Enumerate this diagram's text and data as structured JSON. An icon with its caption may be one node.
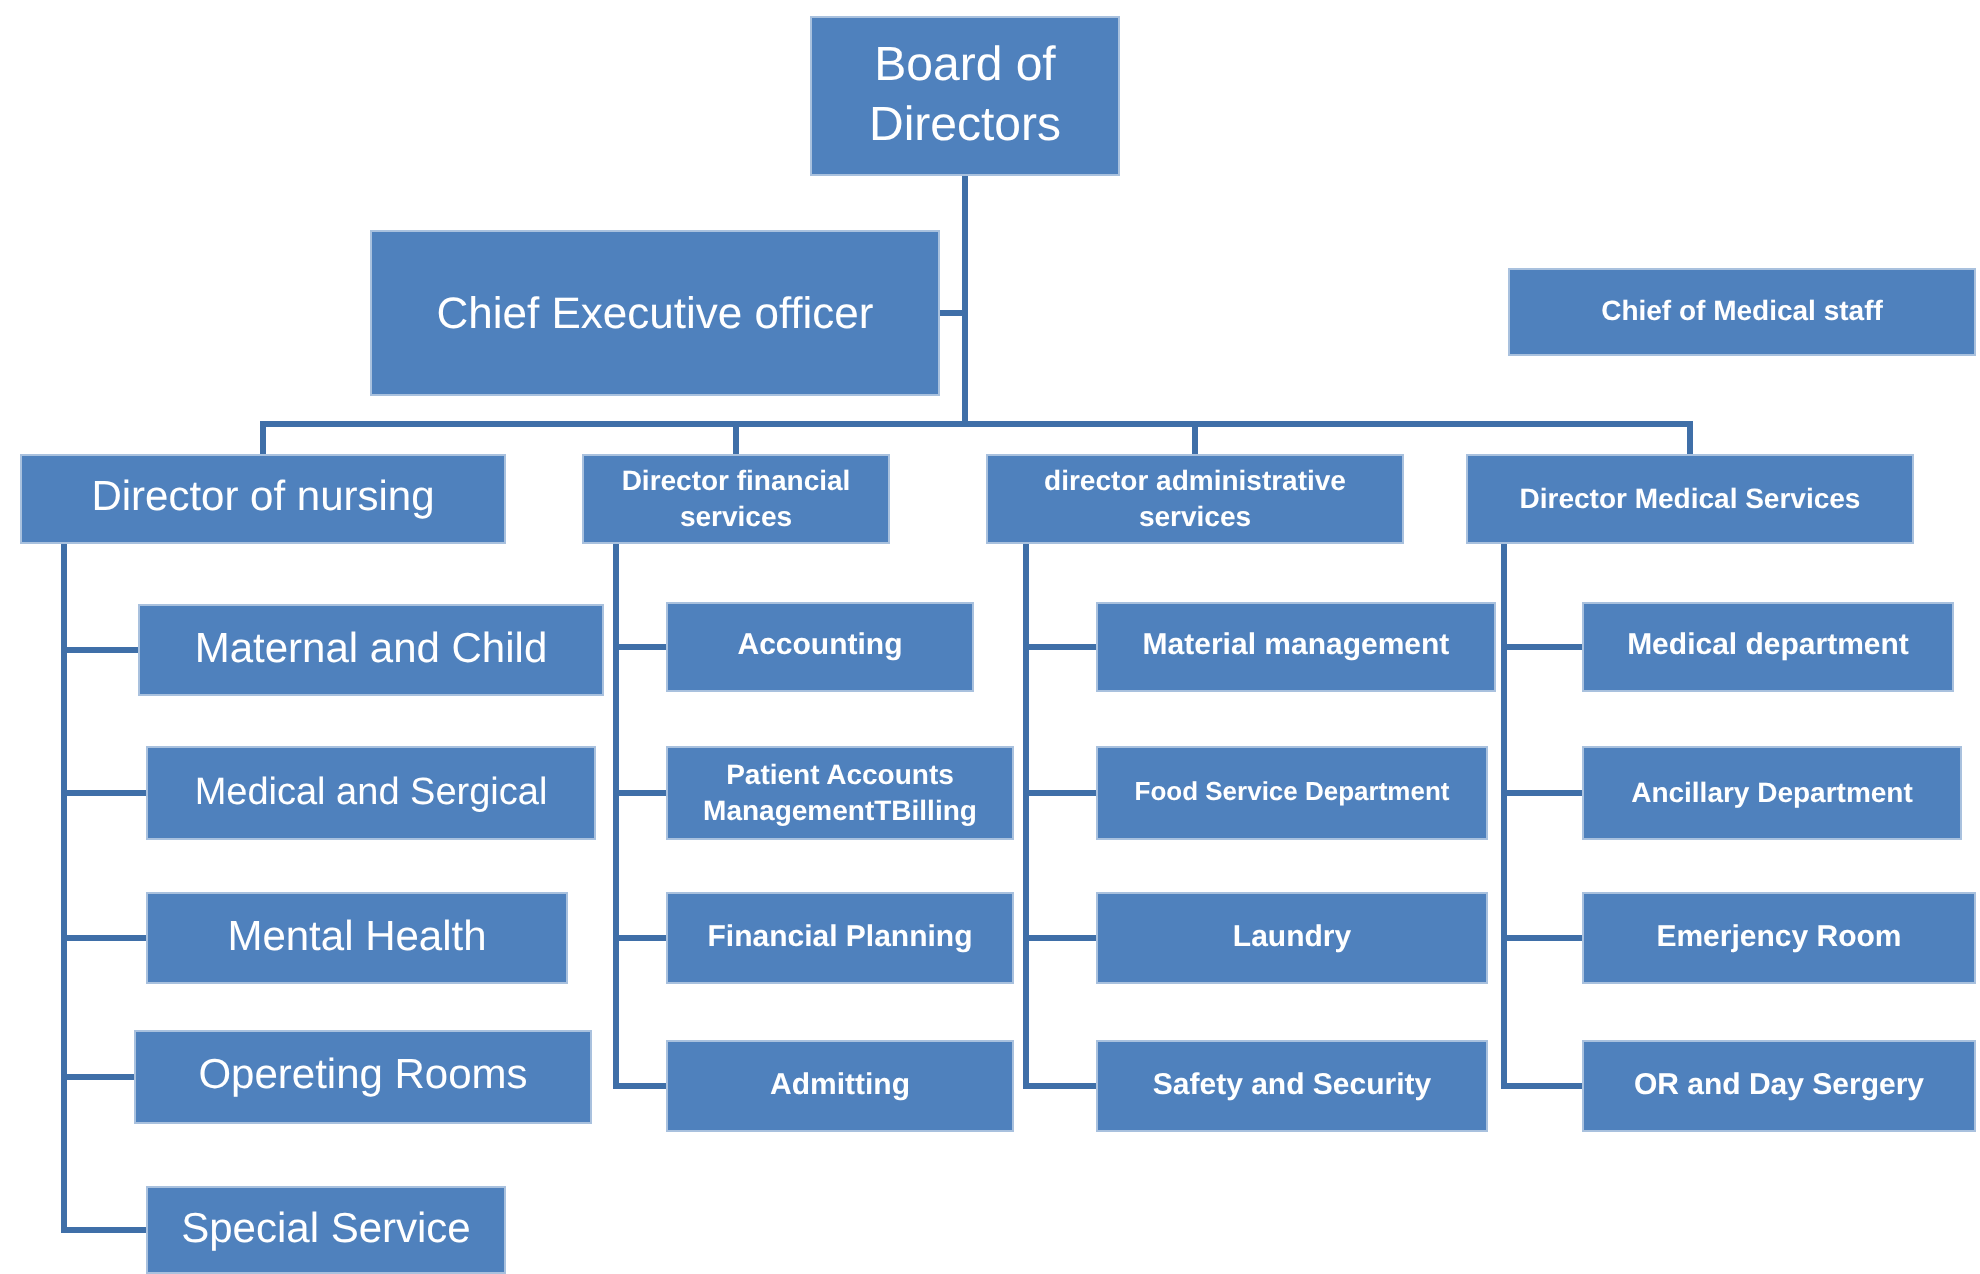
{
  "diagram": {
    "nodes": [
      {
        "text": [
          "Board of Directors"
        ]
      },
      {
        "text": [
          "Chief Executive officer"
        ]
      },
      {
        "text": [
          "Chief of Medical staff"
        ]
      },
      {
        "text": [
          "Director of nursing"
        ]
      },
      {
        "text": [
          "Director financial services"
        ]
      },
      {
        "text": [
          "director administrative services"
        ]
      },
      {
        "text": [
          "Director Medical Services"
        ]
      },
      {
        "text": [
          "Maternal and Child"
        ]
      },
      {
        "text": [
          "Medical and Sergical"
        ]
      },
      {
        "text": [
          "Mental Health"
        ]
      },
      {
        "text": [
          "Opereting Rooms"
        ]
      },
      {
        "text": [
          "Special Service"
        ]
      },
      {
        "text": [
          "Accounting"
        ]
      },
      {
        "text": [
          "Patient Accounts ManagementTBilling"
        ]
      },
      {
        "text": [
          "Financial Planning"
        ]
      },
      {
        "text": [
          "Admitting"
        ]
      },
      {
        "text": [
          "Material management"
        ]
      },
      {
        "text": [
          "Food Service Department"
        ]
      },
      {
        "text": [
          "Laundry"
        ]
      },
      {
        "text": [
          "Safety and Security"
        ]
      },
      {
        "text": [
          "Medical department"
        ]
      },
      {
        "text": [
          "Ancillary Department"
        ]
      },
      {
        "text": [
          "Emerjency Room"
        ]
      },
      {
        "text": [
          "OR and Day Sergery"
        ]
      }
    ],
    "edges": [
      {
        "from": 0,
        "to": 1,
        "arrow": "none"
      },
      {
        "from": 0,
        "to": 3,
        "arrow": "none"
      },
      {
        "from": 0,
        "to": 4,
        "arrow": "none"
      },
      {
        "from": 0,
        "to": 5,
        "arrow": "none"
      },
      {
        "from": 0,
        "to": 6,
        "arrow": "none"
      },
      {
        "from": 3,
        "to": 7,
        "arrow": "none"
      },
      {
        "from": 3,
        "to": 8,
        "arrow": "none"
      },
      {
        "from": 3,
        "to": 9,
        "arrow": "none"
      },
      {
        "from": 3,
        "to": 10,
        "arrow": "none"
      },
      {
        "from": 3,
        "to": 11,
        "arrow": "none"
      },
      {
        "from": 4,
        "to": 12,
        "arrow": "none"
      },
      {
        "from": 4,
        "to": 13,
        "arrow": "none"
      },
      {
        "from": 4,
        "to": 14,
        "arrow": "none"
      },
      {
        "from": 4,
        "to": 15,
        "arrow": "none"
      },
      {
        "from": 5,
        "to": 16,
        "arrow": "none"
      },
      {
        "from": 5,
        "to": 17,
        "arrow": "none"
      },
      {
        "from": 5,
        "to": 18,
        "arrow": "none"
      },
      {
        "from": 5,
        "to": 19,
        "arrow": "none"
      },
      {
        "from": 6,
        "to": 20,
        "arrow": "none"
      },
      {
        "from": 6,
        "to": 21,
        "arrow": "none"
      },
      {
        "from": 6,
        "to": 22,
        "arrow": "none"
      },
      {
        "from": 6,
        "to": 23,
        "arrow": "none"
      }
    ]
  }
}
